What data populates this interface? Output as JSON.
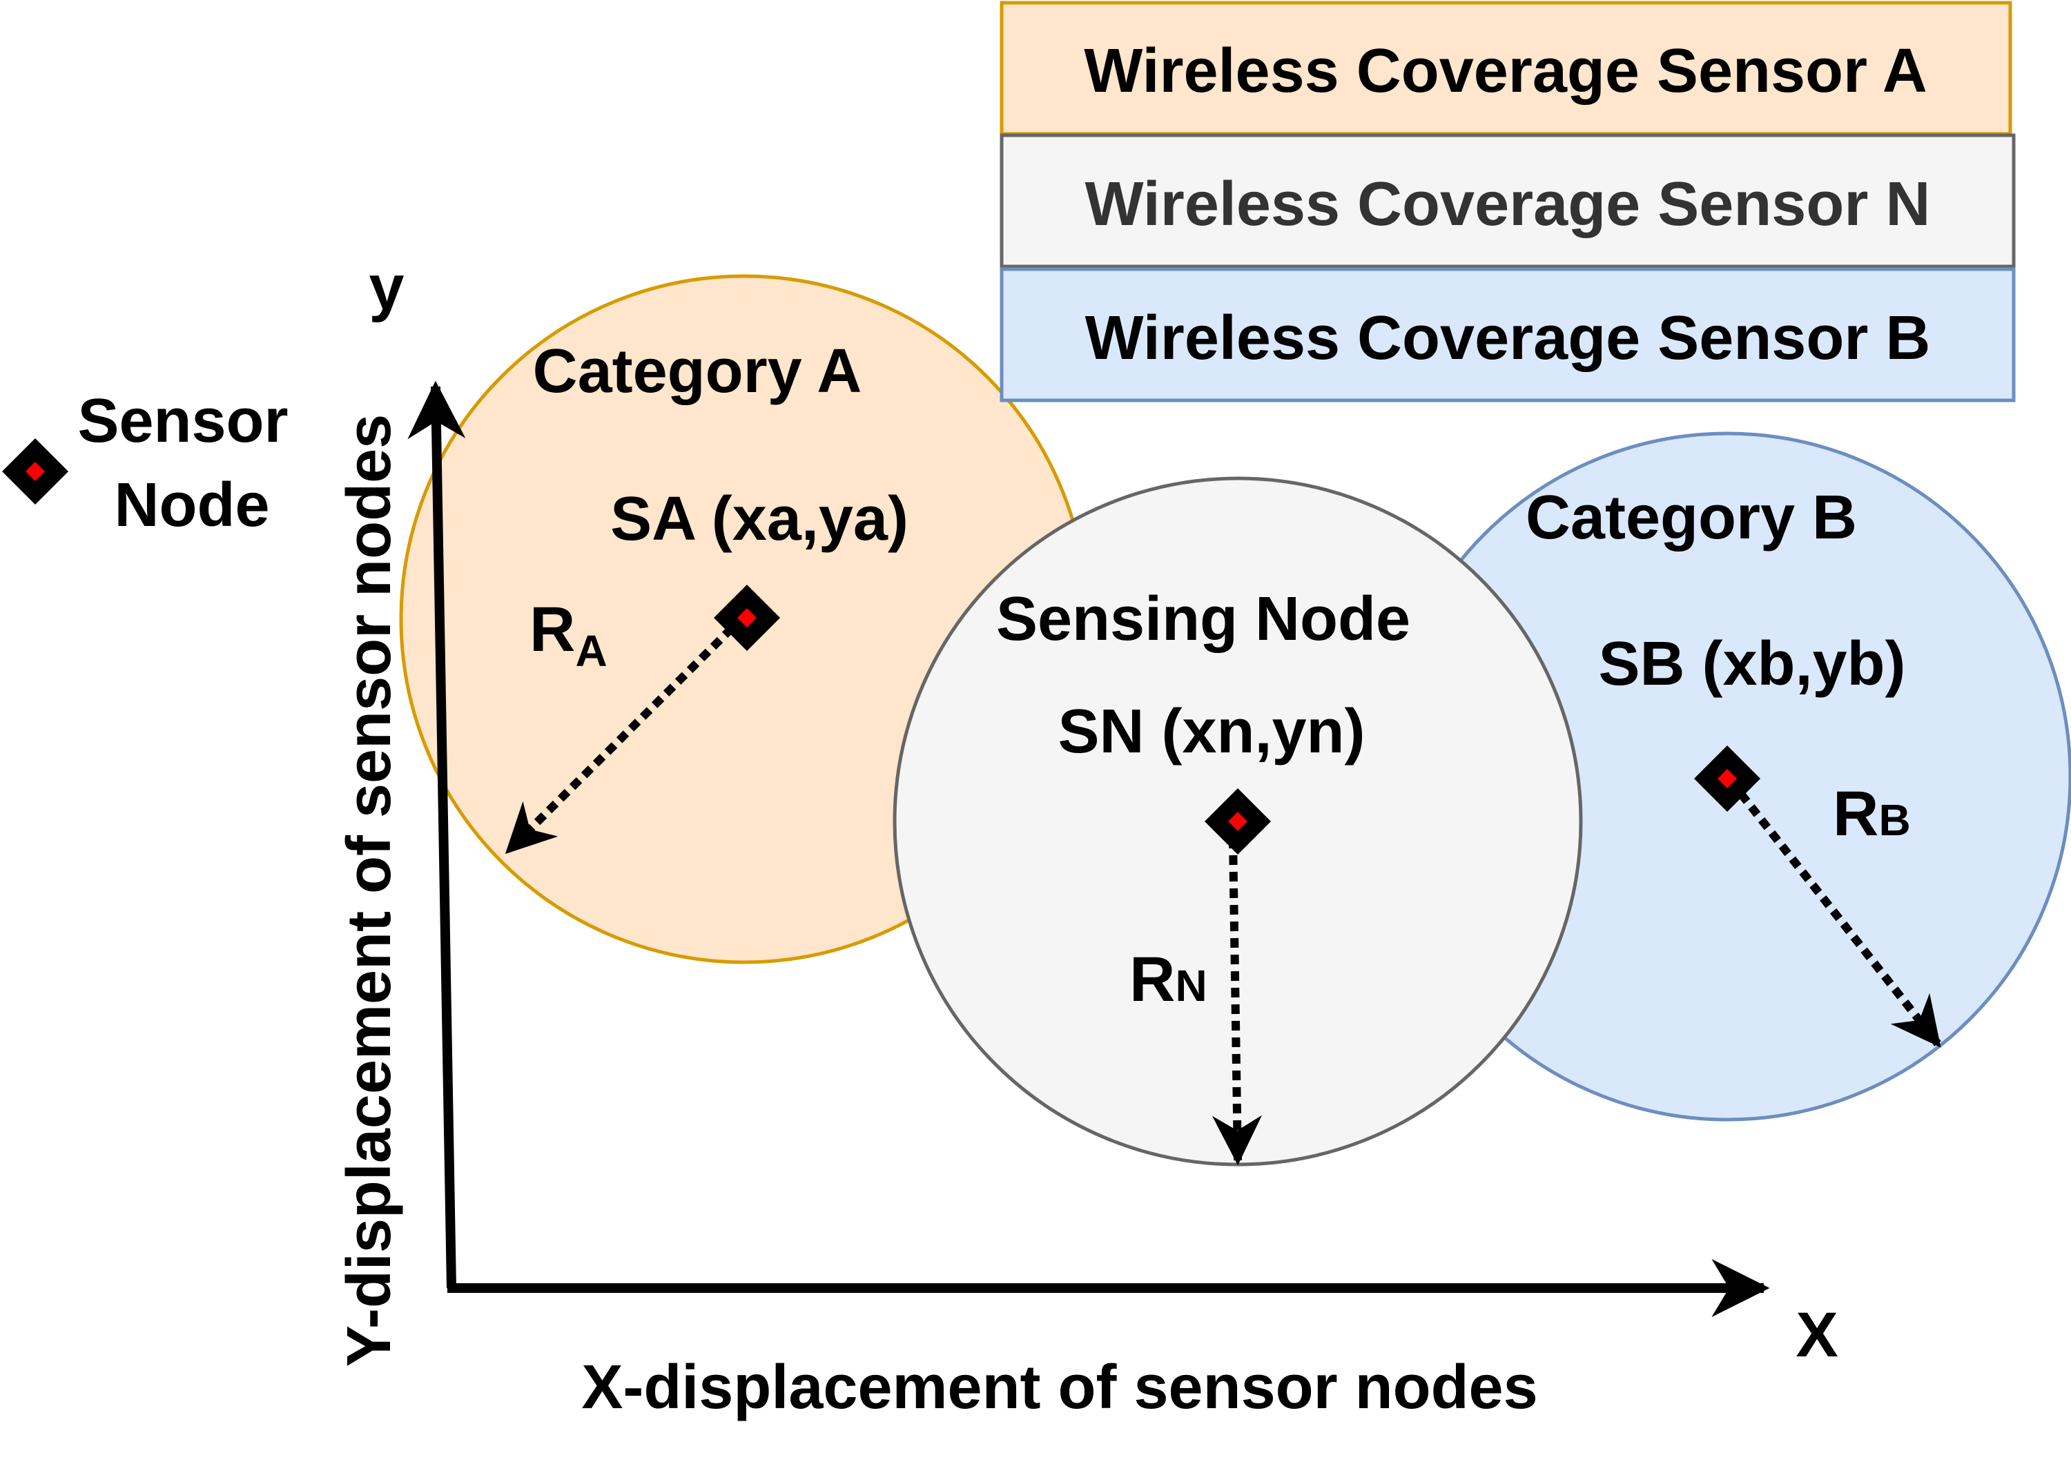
{
  "legend": {
    "sensor_a": {
      "label": "Wireless Coverage Sensor A",
      "fill": "#ffe6cc",
      "stroke": "#d79b00",
      "text_color": "#000000"
    },
    "sensor_n": {
      "label": "Wireless Coverage Sensor N",
      "fill": "#f5f5f5",
      "stroke": "#666666",
      "text_color": "#333333"
    },
    "sensor_b": {
      "label": "Wireless Coverage Sensor B",
      "fill": "#dae8fc",
      "stroke": "#6c8ebf",
      "text_color": "#000000"
    }
  },
  "key": {
    "line1": "Sensor",
    "line2": "Node",
    "icon": "sensor-node-diamond-icon"
  },
  "axes": {
    "y_letter": "y",
    "x_letter": "X",
    "y_label": "Y-displacement of sensor nodes",
    "x_label": "X-displacement of sensor nodes"
  },
  "regions": {
    "a": {
      "category": "Category A",
      "node": "SA (xa,ya)",
      "radius_main": "R",
      "radius_sub": "A",
      "fill": "#ffe6cc",
      "stroke": "#d79b00"
    },
    "n": {
      "category": "Sensing Node",
      "node": "SN (xn,yn)",
      "radius_main": "R",
      "radius_sub": "N",
      "fill": "#f5f5f5",
      "stroke": "#666666"
    },
    "b": {
      "category": "Category B",
      "node": "SB (xb,yb)",
      "radius_main": "R",
      "radius_sub": "B",
      "fill": "#dae8fc",
      "stroke": "#6c8ebf"
    }
  },
  "colors": {
    "node_marker": "#000000",
    "node_center": "#ff0000"
  }
}
